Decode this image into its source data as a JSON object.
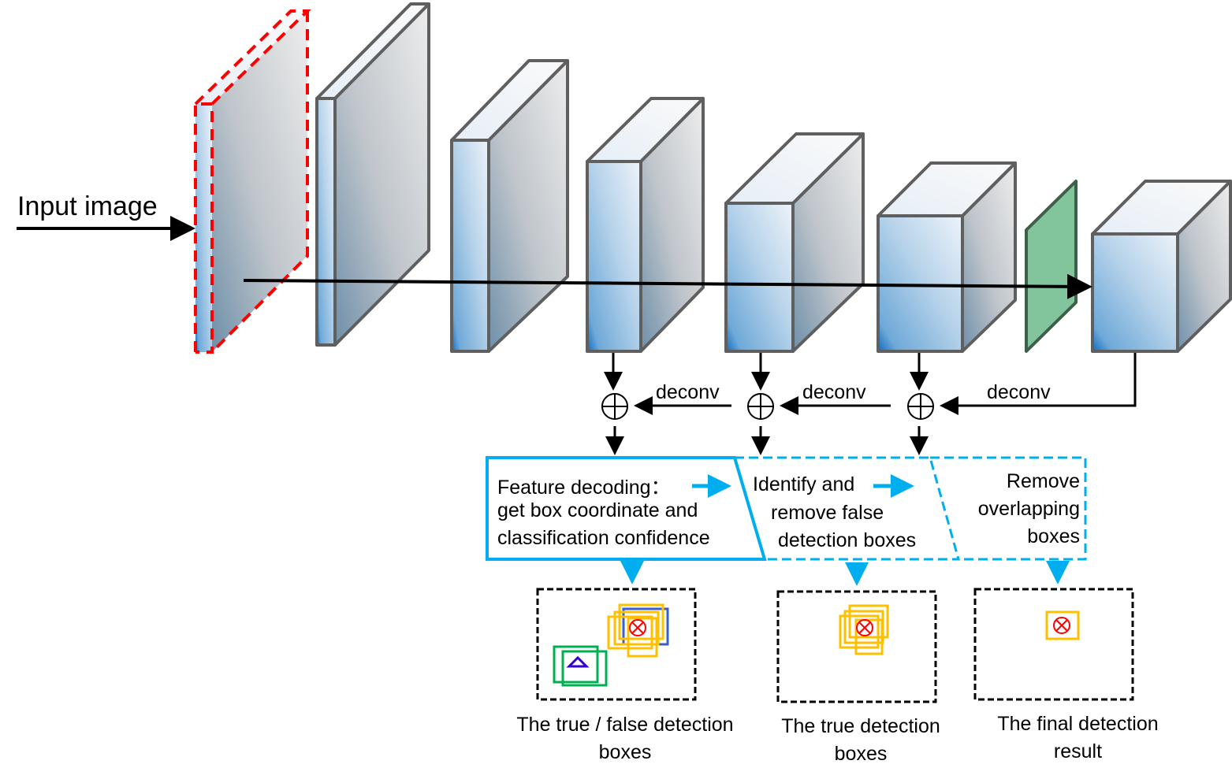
{
  "diagram": {
    "input_label": "Input image",
    "deconv_labels": [
      "deconv",
      "deconv",
      "deconv"
    ],
    "sum_symbol": "⊕",
    "stages": [
      {
        "lines": [
          "Feature decoding：",
          "get box coordinate and",
          "classification confidence"
        ],
        "border": "solid"
      },
      {
        "lines": [
          "Identify and",
          "remove false",
          "detection boxes"
        ],
        "border": "dashed"
      },
      {
        "lines": [
          "Remove",
          "overlapping",
          "boxes"
        ],
        "border": "dashed"
      }
    ],
    "results": [
      {
        "caption": [
          "The true / false detection",
          "boxes"
        ]
      },
      {
        "caption": [
          "The true detection",
          "boxes"
        ]
      },
      {
        "caption": [
          "The final detection",
          "result"
        ]
      }
    ],
    "markers": {
      "target_icon": "circle-x (⊗)",
      "false_target_icon": "triangle"
    },
    "colors": {
      "accent_blue": "#00AEEF",
      "input_dashed_red": "#FF0000",
      "layer_outline": "#5F5F5F",
      "layer_front_blue": "#1A73C0",
      "green_layer": "#82C59C",
      "box_yellow": "#FFC000",
      "box_green": "#00B050",
      "box_blue": "#3A5FC8",
      "triangle_purple": "#3300CC",
      "target_red": "#FF0000"
    }
  }
}
